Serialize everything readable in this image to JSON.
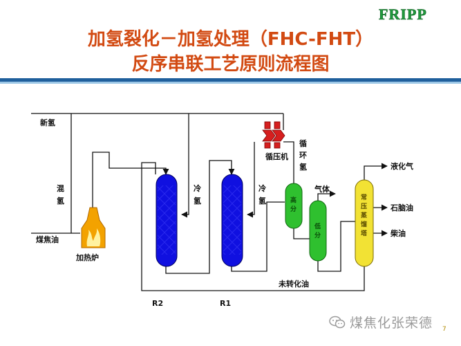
{
  "brand": "FRIPP",
  "title": {
    "line1": "加氢裂化－加氢处理（FHC-FHT）",
    "line2": "反序串联工艺原则流程图"
  },
  "labels": {
    "new_h2": "新氢",
    "mix_h2": [
      "混",
      "氢"
    ],
    "coal_tar": "煤焦油",
    "furnace": "加热炉",
    "cold_h2_r2": [
      "冷",
      "氢"
    ],
    "cold_h2_r1": [
      "冷",
      "氢"
    ],
    "compressor": "循压机",
    "recycle_h2": [
      "循",
      "环",
      "氢"
    ],
    "gas": "气体",
    "lpg": "液化气",
    "naphtha": "石脑油",
    "diesel": "柴油",
    "unconverted_oil": "未转化油",
    "r2": "R2",
    "r1": "R1",
    "hp_sep": [
      "高",
      "分"
    ],
    "lp_sep": [
      "低",
      "分"
    ],
    "atm_col": [
      "常",
      "压",
      "蒸",
      "馏",
      "塔"
    ]
  },
  "colors": {
    "title": "#d24a12",
    "reactor": "#1010e0",
    "separator": "#2fc02f",
    "column": "#f2e234",
    "furnace": "#f3a200",
    "compressor": "#d61f1f",
    "brand": "#1f9a3c",
    "rule": "#1f5f9c"
  },
  "watermark": {
    "icon": "wechat-icon",
    "text": "煤焦化张荣德"
  },
  "page_number": "7"
}
